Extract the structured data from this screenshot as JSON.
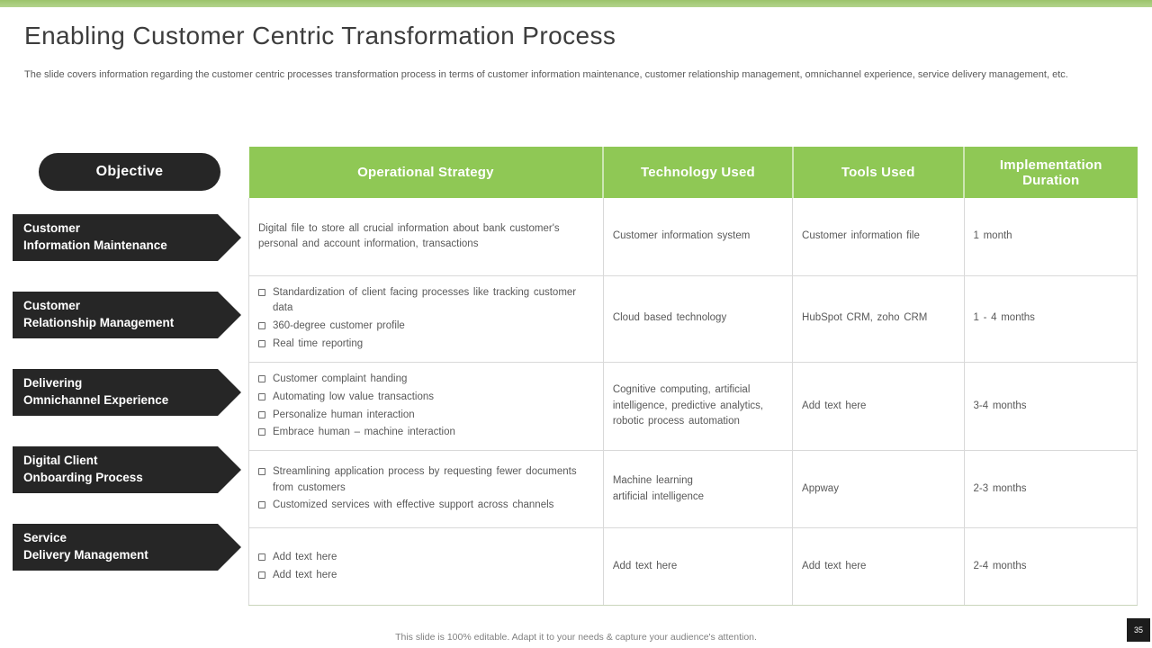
{
  "slide": {
    "title": "Enabling Customer Centric Transformation Process",
    "subtitle": "The slide covers information regarding the customer centric processes transformation process in terms of customer information maintenance, customer relationship management, omnichannel experience, service delivery management, etc.",
    "footer": "This slide is 100% editable. Adapt it to your needs & capture your audience's attention.",
    "page_number": "35"
  },
  "colors": {
    "accent_green": "#8fc855",
    "topbar_green_1": "#9cc46b",
    "topbar_green_2": "#b3d48c",
    "dark_shape": "#262626",
    "title_color": "#3d3d3d",
    "body_text": "#595959",
    "muted_text": "#808080",
    "cell_border": "#d9d9d9",
    "table_bottom": "#c9d5bb",
    "badge_bg": "#1c1c1c"
  },
  "left_nav": {
    "objective_label": "Objective",
    "items": [
      {
        "line1": "Customer",
        "line2": "Information Maintenance"
      },
      {
        "line1": "Customer",
        "line2": "Relationship Management"
      },
      {
        "line1": "Delivering",
        "line2": "Omnichannel Experience"
      },
      {
        "line1": "Digital Client",
        "line2": "Onboarding Process"
      },
      {
        "line1": "Service",
        "line2": "Delivery Management"
      }
    ]
  },
  "table": {
    "headers": [
      "Operational Strategy",
      "Technology Used",
      "Tools Used",
      "Implementation Duration"
    ],
    "rows": [
      {
        "strategy_text": "Digital file to store all crucial information about bank customer's personal and account information, transactions",
        "strategy_bullets": [],
        "technology": "Customer information system",
        "tools": "Customer information file",
        "duration": "1 month"
      },
      {
        "strategy_text": "",
        "strategy_bullets": [
          "Standardization of client facing processes like tracking customer data",
          "360-degree customer profile",
          "Real time reporting"
        ],
        "technology": "Cloud based technology",
        "tools": "HubSpot CRM, zoho CRM",
        "duration": "1 - 4 months"
      },
      {
        "strategy_text": "",
        "strategy_bullets": [
          "Customer complaint handing",
          "Automating low value transactions",
          "Personalize human interaction",
          "Embrace human – machine interaction"
        ],
        "technology": "Cognitive computing, artificial intelligence, predictive analytics, robotic process automation",
        "tools": "Add text here",
        "duration": "3-4 months"
      },
      {
        "strategy_text": "",
        "strategy_bullets": [
          "Streamlining application process by requesting fewer documents from customers",
          "Customized services with effective support across channels"
        ],
        "technology": "Machine learning\nartificial intelligence",
        "tools": "Appway",
        "duration": "2-3 months"
      },
      {
        "strategy_text": "",
        "strategy_bullets": [
          "Add text here",
          "Add text here"
        ],
        "technology": "Add text here",
        "tools": "Add text here",
        "duration": "2-4 months"
      }
    ]
  }
}
